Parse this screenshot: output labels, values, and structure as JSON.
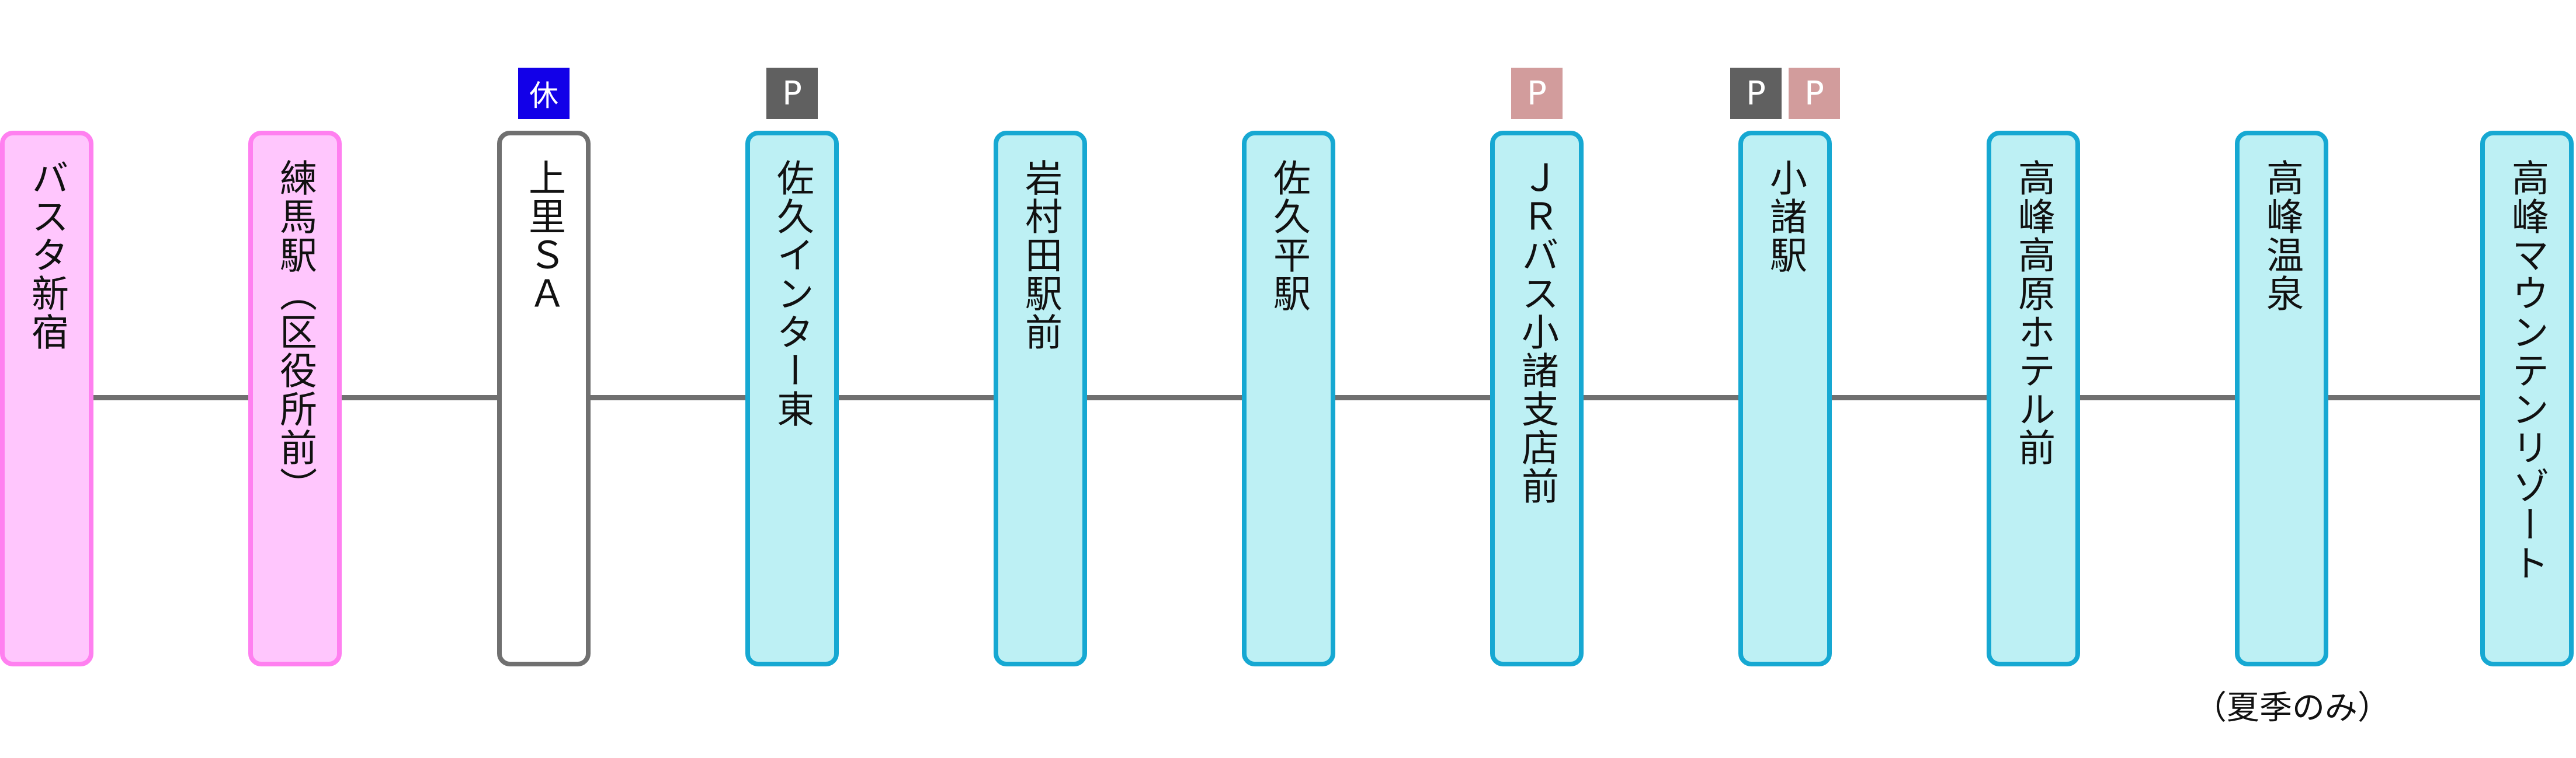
{
  "stops": [
    {
      "name": "バスタ新宿",
      "style": "pink"
    },
    {
      "name": "練馬駅（区役所前）",
      "style": "pink"
    },
    {
      "name": "上里ＳＡ",
      "style": "white"
    },
    {
      "name": "佐久インター東",
      "style": "cyan"
    },
    {
      "name": "岩村田駅前",
      "style": "cyan"
    },
    {
      "name": "佐久平駅",
      "style": "cyan"
    },
    {
      "name": "ＪＲバス小諸支店前",
      "style": "cyan"
    },
    {
      "name": "小諸駅",
      "style": "cyan"
    },
    {
      "name": "高峰高原ホテル前",
      "style": "cyan"
    },
    {
      "name": "高峰温泉",
      "style": "cyan"
    },
    {
      "name": "高峰マウンテンリゾート",
      "style": "cyan"
    }
  ],
  "icons": {
    "rest_label": "休",
    "parking_label": "P"
  },
  "notes": {
    "seasonal": "（夏季のみ）"
  },
  "colors": {
    "pink_fill": "#ffc6fd",
    "pink_border": "#ff80f0",
    "cyan_fill": "#bdf0f4",
    "cyan_border": "#16a8d2",
    "white_border": "#707070",
    "rest_icon": "#1200e8",
    "parking_gray": "#606060",
    "parking_pink": "#d29c9c",
    "route_line": "#707070"
  }
}
